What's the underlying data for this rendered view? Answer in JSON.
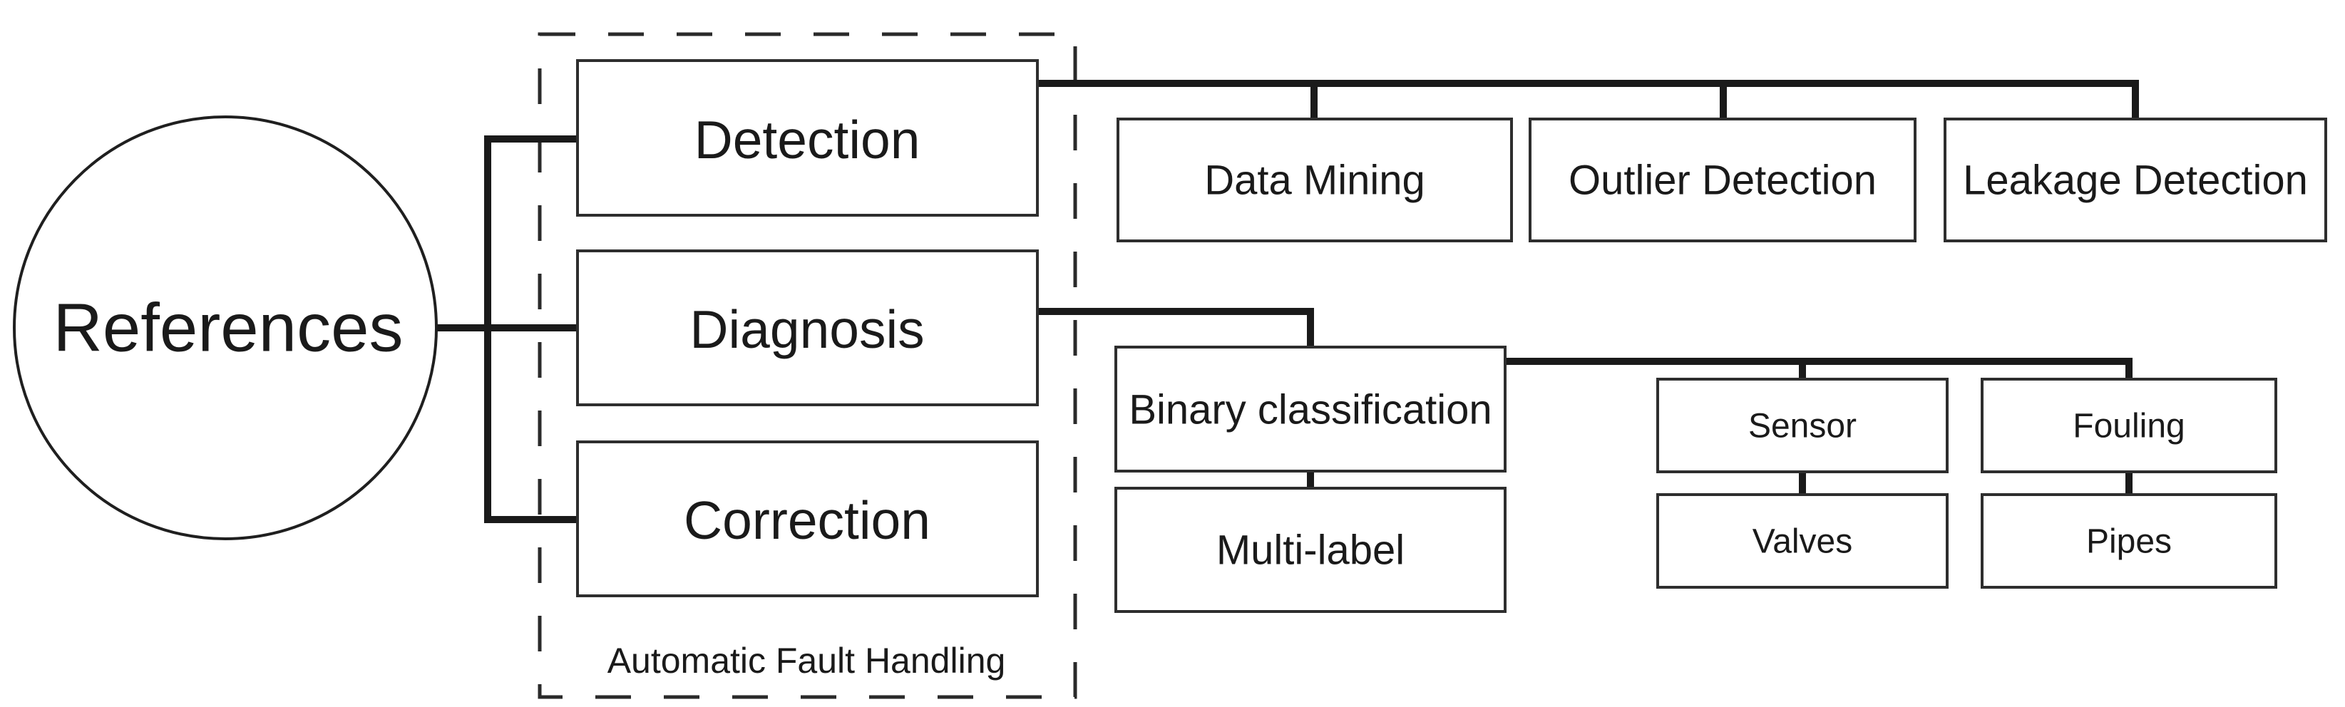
{
  "figure": {
    "root": {
      "label": "References"
    },
    "group": {
      "caption": "Automatic Fault Handling",
      "stages": [
        {
          "label": "Detection"
        },
        {
          "label": "Diagnosis"
        },
        {
          "label": "Correction"
        }
      ]
    },
    "detection_children": [
      {
        "label": "Data Mining"
      },
      {
        "label": "Outlier Detection"
      },
      {
        "label": "Leakage Detection"
      }
    ],
    "diagnosis_children": [
      {
        "label": "Binary classification"
      },
      {
        "label": "Multi-label"
      }
    ],
    "fault_location_children": [
      {
        "label": "Sensor"
      },
      {
        "label": "Valves"
      },
      {
        "label": "Fouling"
      },
      {
        "label": "Pipes"
      }
    ],
    "colors": {
      "background": "#ffffff",
      "connector_line": "#1a1a1a",
      "box_border": "#2e2e2e",
      "dashed_outline": "#2a2a2a",
      "text": "#1a1a1a"
    }
  }
}
